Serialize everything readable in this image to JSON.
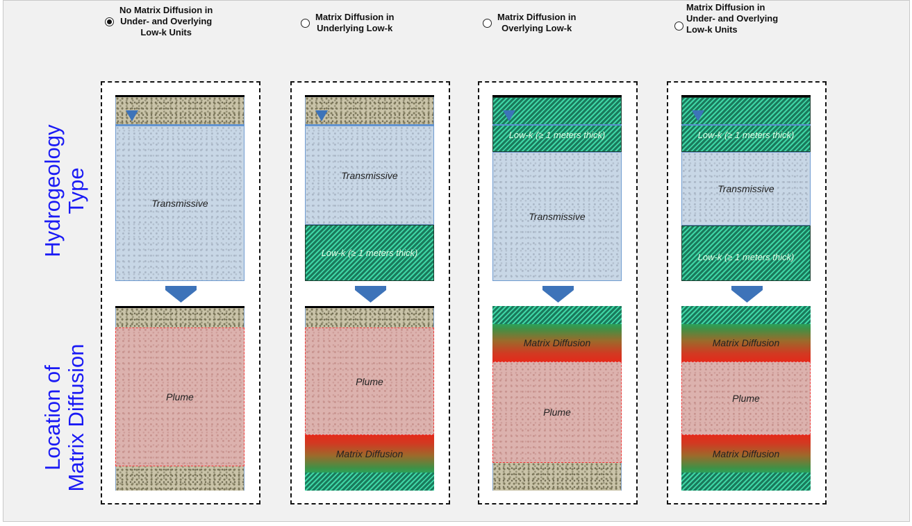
{
  "row_labels": {
    "top": [
      "Hydrogeology",
      "Type"
    ],
    "bottom": [
      "Location of",
      "Matrix Diffusion"
    ]
  },
  "options": [
    {
      "label": "No Matrix Diffusion in\nUnder- and Overlying\nLow-k Units",
      "selected": true
    },
    {
      "label": "Matrix Diffusion in\nUnderlying Low-k",
      "selected": false
    },
    {
      "label": "Matrix Diffusion in\nOverlying Low-k",
      "selected": false
    },
    {
      "label": "Matrix Diffusion in\nUnder- and Overlying\nLow-k Units",
      "selected": false
    }
  ],
  "layer_labels": {
    "transmissive": "Transmissive",
    "lowk": "Low-k (≥ 1 meters thick)",
    "plume": "Plume",
    "matrix_diffusion": "Matrix Diffusion"
  },
  "colors": {
    "row_label": "#1a1af5",
    "water_table": "#3d73b9",
    "arrow": "#3d73b9"
  },
  "icons": {
    "water_table": "water-table-triangle-icon",
    "flow": "down-arrow-icon"
  }
}
